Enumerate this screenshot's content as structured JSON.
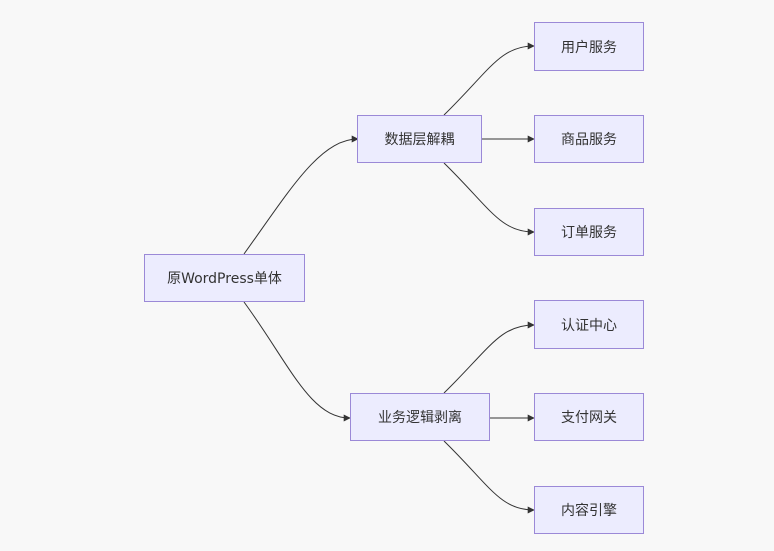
{
  "diagram": {
    "colors": {
      "background": "#f8f8f8",
      "node_fill": "#ececfe",
      "node_border": "#9b89d7",
      "edge": "#333333",
      "text": "#333333"
    },
    "nodes": {
      "root": "原WordPress单体",
      "data_layer": "数据层解耦",
      "user_service": "用户服务",
      "product_service": "商品服务",
      "order_service": "订单服务",
      "business_logic": "业务逻辑剥离",
      "auth_center": "认证中心",
      "payment_gateway": "支付网关",
      "content_engine": "内容引擎"
    }
  }
}
